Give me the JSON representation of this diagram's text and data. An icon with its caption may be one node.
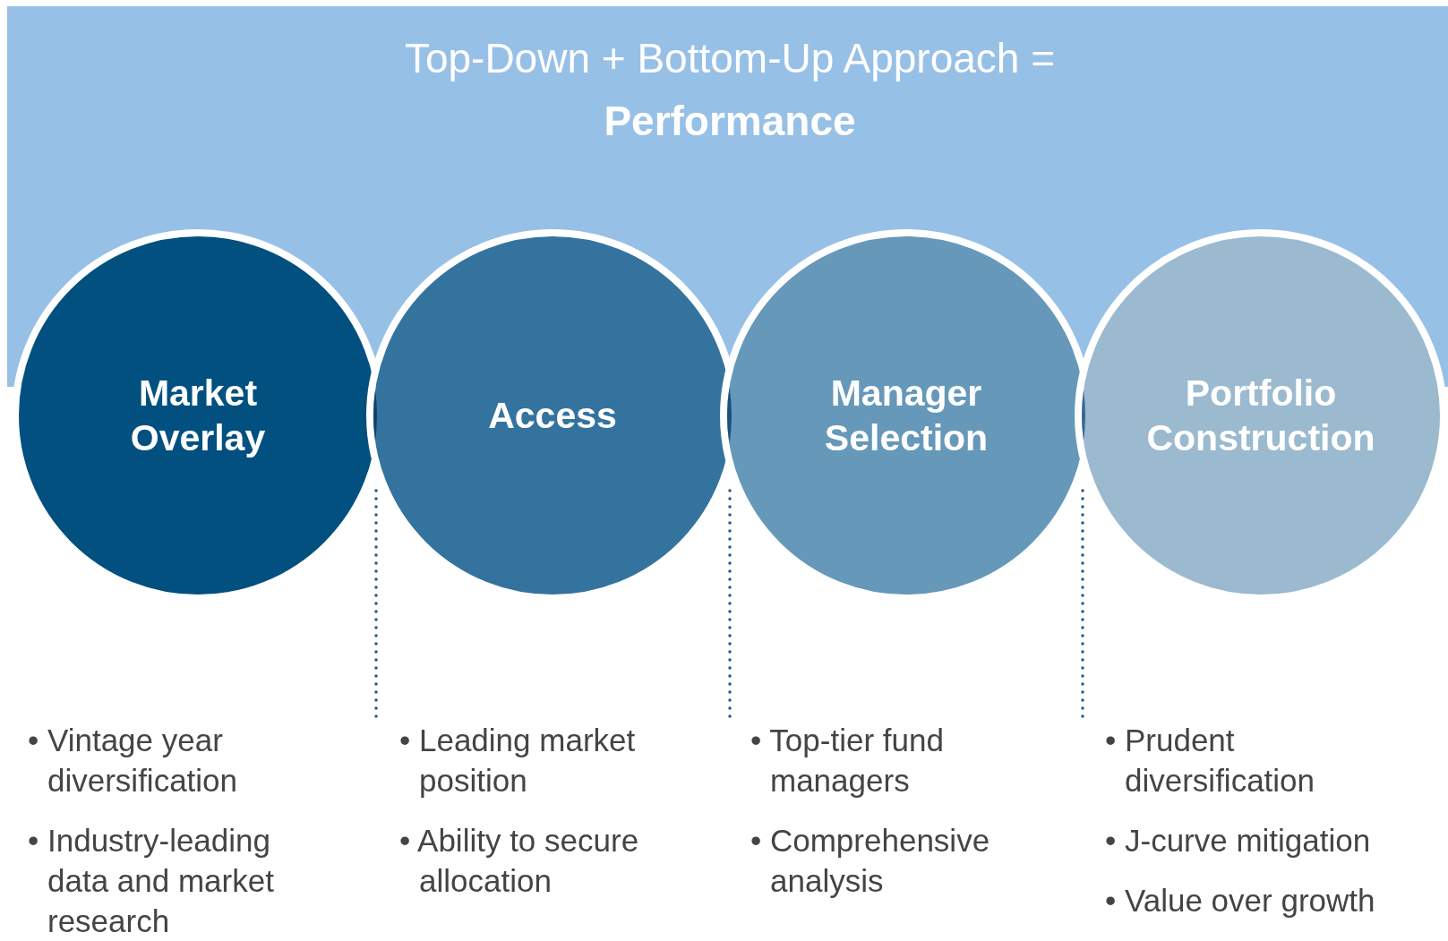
{
  "diagram": {
    "title": "Top-Down + Bottom-Up Approach = **Performance**",
    "nodes": [
      {
        "text": [
          "Market Overlay"
        ],
        "beside": [
          "• Vintage year diversification",
          "• Industry-leading data and market research"
        ]
      },
      {
        "text": [
          "Access"
        ],
        "beside": [
          "• Leading market position",
          "• Ability to secure allocation"
        ]
      },
      {
        "text": [
          "Manager Selection"
        ],
        "beside": [
          "• Top-tier fund managers",
          "• Comprehensive analysis"
        ]
      },
      {
        "text": [
          "Portfolio Construction"
        ],
        "beside": [
          "• Prudent diversification",
          "• J-curve mitigation",
          "• Value over growth"
        ]
      }
    ]
  }
}
